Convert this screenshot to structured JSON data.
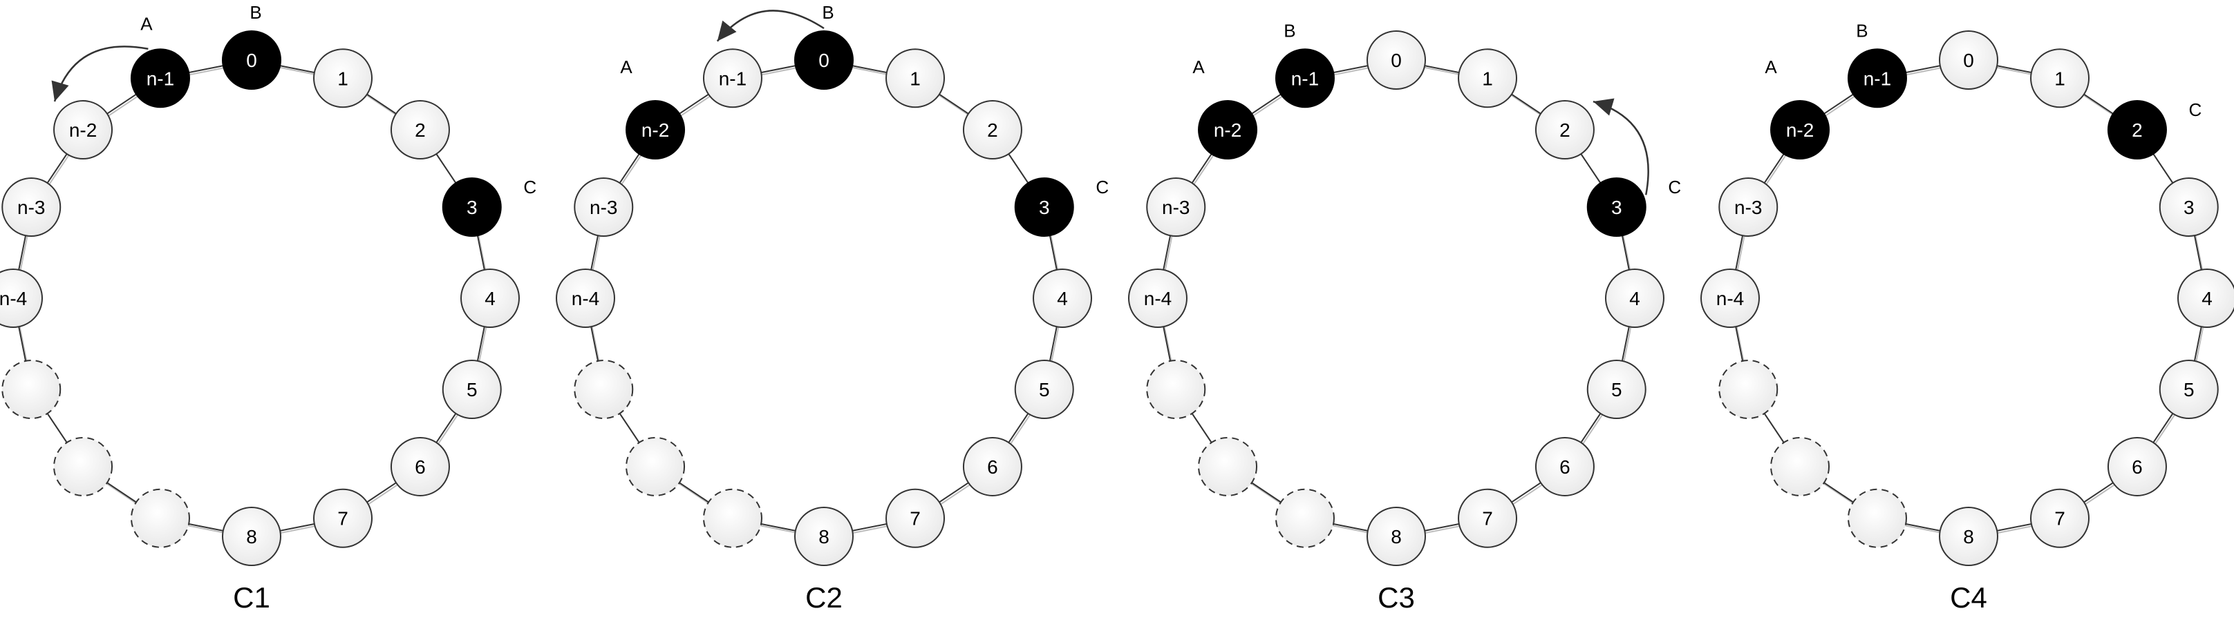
{
  "colors": {
    "filled": "#000000",
    "filled_text": "#ffffff",
    "empty": "#f2f2f2",
    "empty_text": "#000000",
    "ring": "#333333",
    "arrow": "#333333"
  },
  "panels": [
    {
      "caption": "C1",
      "filled": [
        "n-1",
        "0",
        "3"
      ],
      "markers": [
        {
          "letter": "A",
          "node": "n-1"
        },
        {
          "letter": "B",
          "node": "0"
        },
        {
          "letter": "C",
          "node": "3"
        }
      ],
      "move": {
        "from": "n-1",
        "to": "n-2"
      }
    },
    {
      "caption": "C2",
      "filled": [
        "n-2",
        "0",
        "3"
      ],
      "markers": [
        {
          "letter": "A",
          "node": "n-2"
        },
        {
          "letter": "B",
          "node": "0"
        },
        {
          "letter": "C",
          "node": "3"
        }
      ],
      "move": {
        "from": "0",
        "to": "n-1"
      }
    },
    {
      "caption": "C3",
      "filled": [
        "n-2",
        "n-1",
        "3"
      ],
      "markers": [
        {
          "letter": "A",
          "node": "n-2"
        },
        {
          "letter": "B",
          "node": "n-1"
        },
        {
          "letter": "C",
          "node": "3"
        }
      ],
      "move": {
        "from": "3",
        "to": "2"
      }
    },
    {
      "caption": "C4",
      "filled": [
        "n-2",
        "n-1",
        "2"
      ],
      "markers": [
        {
          "letter": "A",
          "node": "n-2"
        },
        {
          "letter": "B",
          "node": "n-1"
        },
        {
          "letter": "C",
          "node": "2"
        }
      ],
      "move": null
    }
  ],
  "ring_nodes": [
    "0",
    "1",
    "2",
    "3",
    "4",
    "5",
    "6",
    "7",
    "8",
    "",
    "",
    "",
    "n-4",
    "n-3",
    "n-2",
    "n-1"
  ],
  "dashed_nodes": [
    9,
    10,
    11
  ]
}
